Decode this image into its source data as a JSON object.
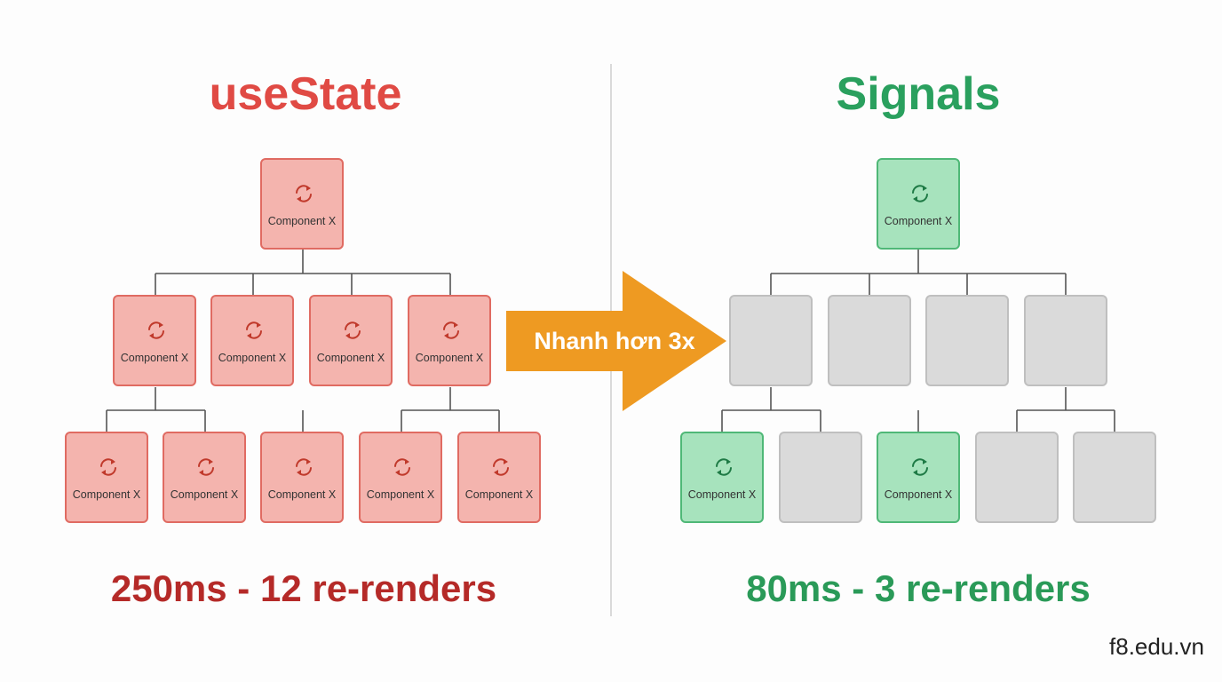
{
  "left": {
    "title": "useState",
    "stat": "250ms - 12 re-renders",
    "node_label": "Component X"
  },
  "right": {
    "title": "Signals",
    "stat": "80ms - 3 re-renders",
    "node_label": "Component X"
  },
  "arrow": {
    "label": "Nhanh hơn 3x"
  },
  "watermark": "f8.edu.vn",
  "colors": {
    "red_title": "#e04a44",
    "red_stat": "#b52a28",
    "green_title": "#2aa05e",
    "arrow": "#ee9a22",
    "re_render_red": "#f4b4ae",
    "re_render_green": "#a7e3bd",
    "unchanged_grey": "#dadada"
  },
  "icons": {
    "node": "refresh-icon"
  }
}
